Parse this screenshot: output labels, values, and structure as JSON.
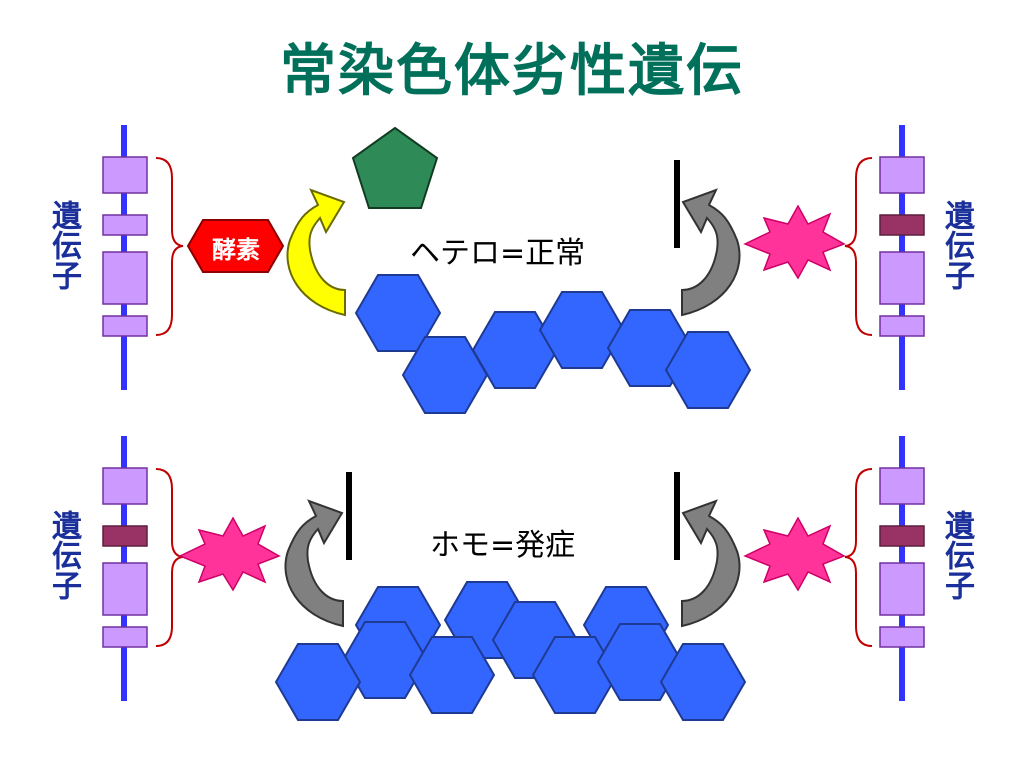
{
  "title": "常染色体劣性遺伝",
  "gene_label": "遺伝子",
  "enzyme_label": "酵素",
  "panels": [
    {
      "caption": "ヘテロ=正常"
    },
    {
      "caption": "ホモ=発症"
    }
  ],
  "colors": {
    "title": "#00705a",
    "gene_label": "#1a2f9a",
    "chromosome_line": "#3333ff",
    "gene_segment": "#cc99ff",
    "gene_mutant": "#993366",
    "brace": "#c00000",
    "enzyme": "#ff0000",
    "product": "#2e8b57",
    "substrate": "#3366ff",
    "arrow_active": "#ffff00",
    "arrow_inactive": "#808080",
    "mutation_star": "#ff3399"
  },
  "icons": {
    "enzyme": "red-hexagon-tag",
    "product": "green-pentagon",
    "substrate": "blue-hexagon",
    "mutation": "pink-starburst",
    "block": "block-bar"
  }
}
